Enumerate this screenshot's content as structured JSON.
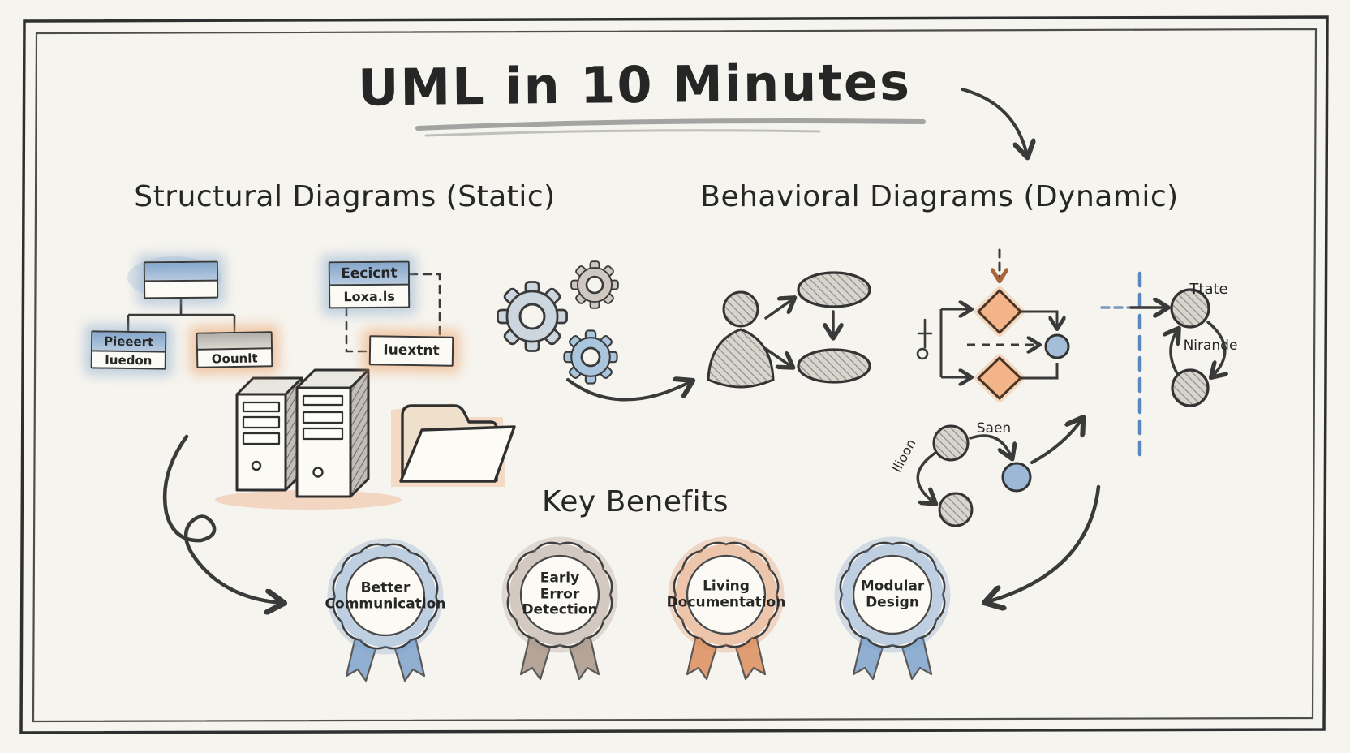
{
  "title": "UML in 10 Minutes",
  "headings": {
    "structural": "Structural Diagrams (Static)",
    "behavioral": "Behavioral Diagrams (Dynamic)",
    "benefits": "Key Benefits"
  },
  "class_diagram": {
    "left_child": {
      "header": "Pieeert",
      "attribute": "Iuedon"
    },
    "right_child": {
      "attribute": "Oounlt"
    }
  },
  "component_diagram": {
    "top_box": {
      "header": "Eecicnt",
      "attribute": "Loxa.ls"
    },
    "bottom_box": {
      "label": "Iuextnt"
    }
  },
  "state_diagram": {
    "state_label": "Ttate",
    "transition_label": "Nirande"
  },
  "interaction_diagram": {
    "message_label": "Saen",
    "left_label": "Ilioon"
  },
  "badges": [
    {
      "id": "better-communication",
      "lines": [
        "Better",
        "Communication"
      ],
      "color": "#7fa3cc"
    },
    {
      "id": "early-error-detection",
      "lines": [
        "Early",
        "Error",
        "Detection"
      ],
      "color": "#a9988a"
    },
    {
      "id": "living-documentation",
      "lines": [
        "Living",
        "Documentation"
      ],
      "color": "#dd8f5f"
    },
    {
      "id": "modular-design",
      "lines": [
        "Modular",
        "Design"
      ],
      "color": "#7fa3cc"
    }
  ],
  "colors": {
    "paper": "#f6f4ee",
    "ink": "#2f2f2f",
    "blue": "#7fa3cc",
    "orange": "#e8a26e",
    "tan": "#a9988a",
    "lifeline_blue": "#5b87c0"
  }
}
